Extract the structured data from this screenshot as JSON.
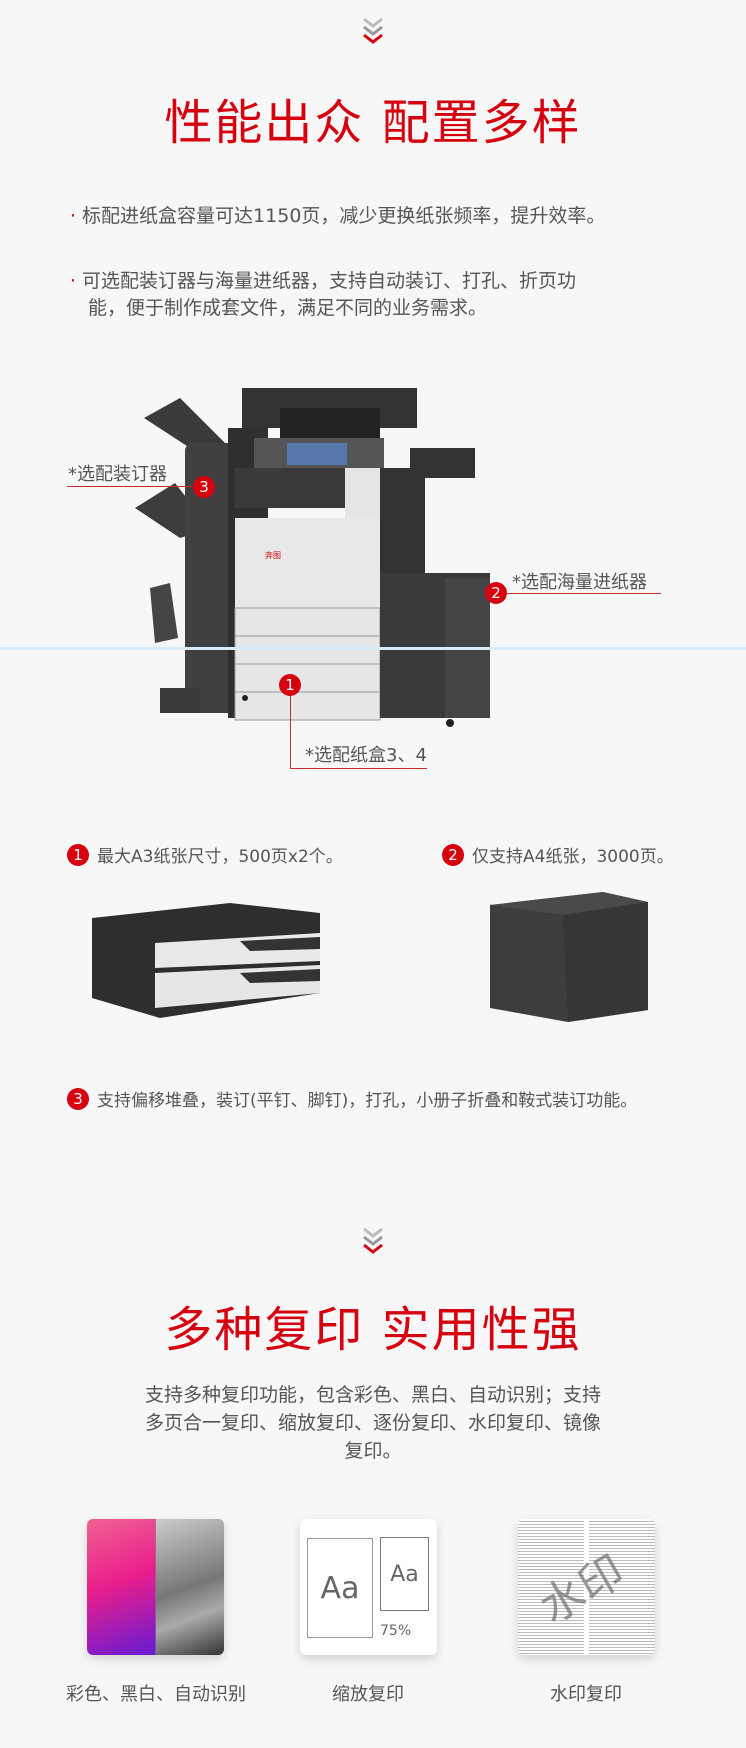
{
  "section1": {
    "title": "性能出众 配置多样",
    "bullets": [
      {
        "text": "标配进纸盒容量可达1150页，减少更换纸张频率，提升效率。"
      },
      {
        "line1": "可选配装订器与海量进纸器，支持自动装订、打孔、折页功",
        "line2": "能，便于制作成套文件，满足不同的业务需求。"
      }
    ],
    "callouts": [
      {
        "num": "3",
        "label": "*选配装订器"
      },
      {
        "num": "2",
        "label": "*选配海量进纸器"
      },
      {
        "num": "1",
        "label": "*选配纸盒3、4"
      }
    ],
    "features": [
      {
        "num": "1",
        "text": "最大A3纸张尺寸，500页x2个。"
      },
      {
        "num": "2",
        "text": "仅支持A4纸张，3000页。"
      },
      {
        "num": "3",
        "text": "支持偏移堆叠，装订(平钉、脚钉)，打孔，小册子折叠和鞍式装订功能。"
      }
    ]
  },
  "section2": {
    "title": "多种复印 实用性强",
    "para": [
      "支持多种复印功能，包含彩色、黑白、自动识别；支持",
      "多页合一复印、缩放复印、逐份复印、水印复印、镜像",
      "复印。"
    ],
    "cards": [
      {
        "caption": "彩色、黑白、自动识别"
      },
      {
        "caption": "缩放复印",
        "big": "Aa",
        "small": "Aa",
        "percent": "75%"
      },
      {
        "caption": "水印复印",
        "watermark": "水印"
      }
    ]
  },
  "colors": {
    "accent": "#d7000f",
    "background": "#f7f7f7"
  }
}
